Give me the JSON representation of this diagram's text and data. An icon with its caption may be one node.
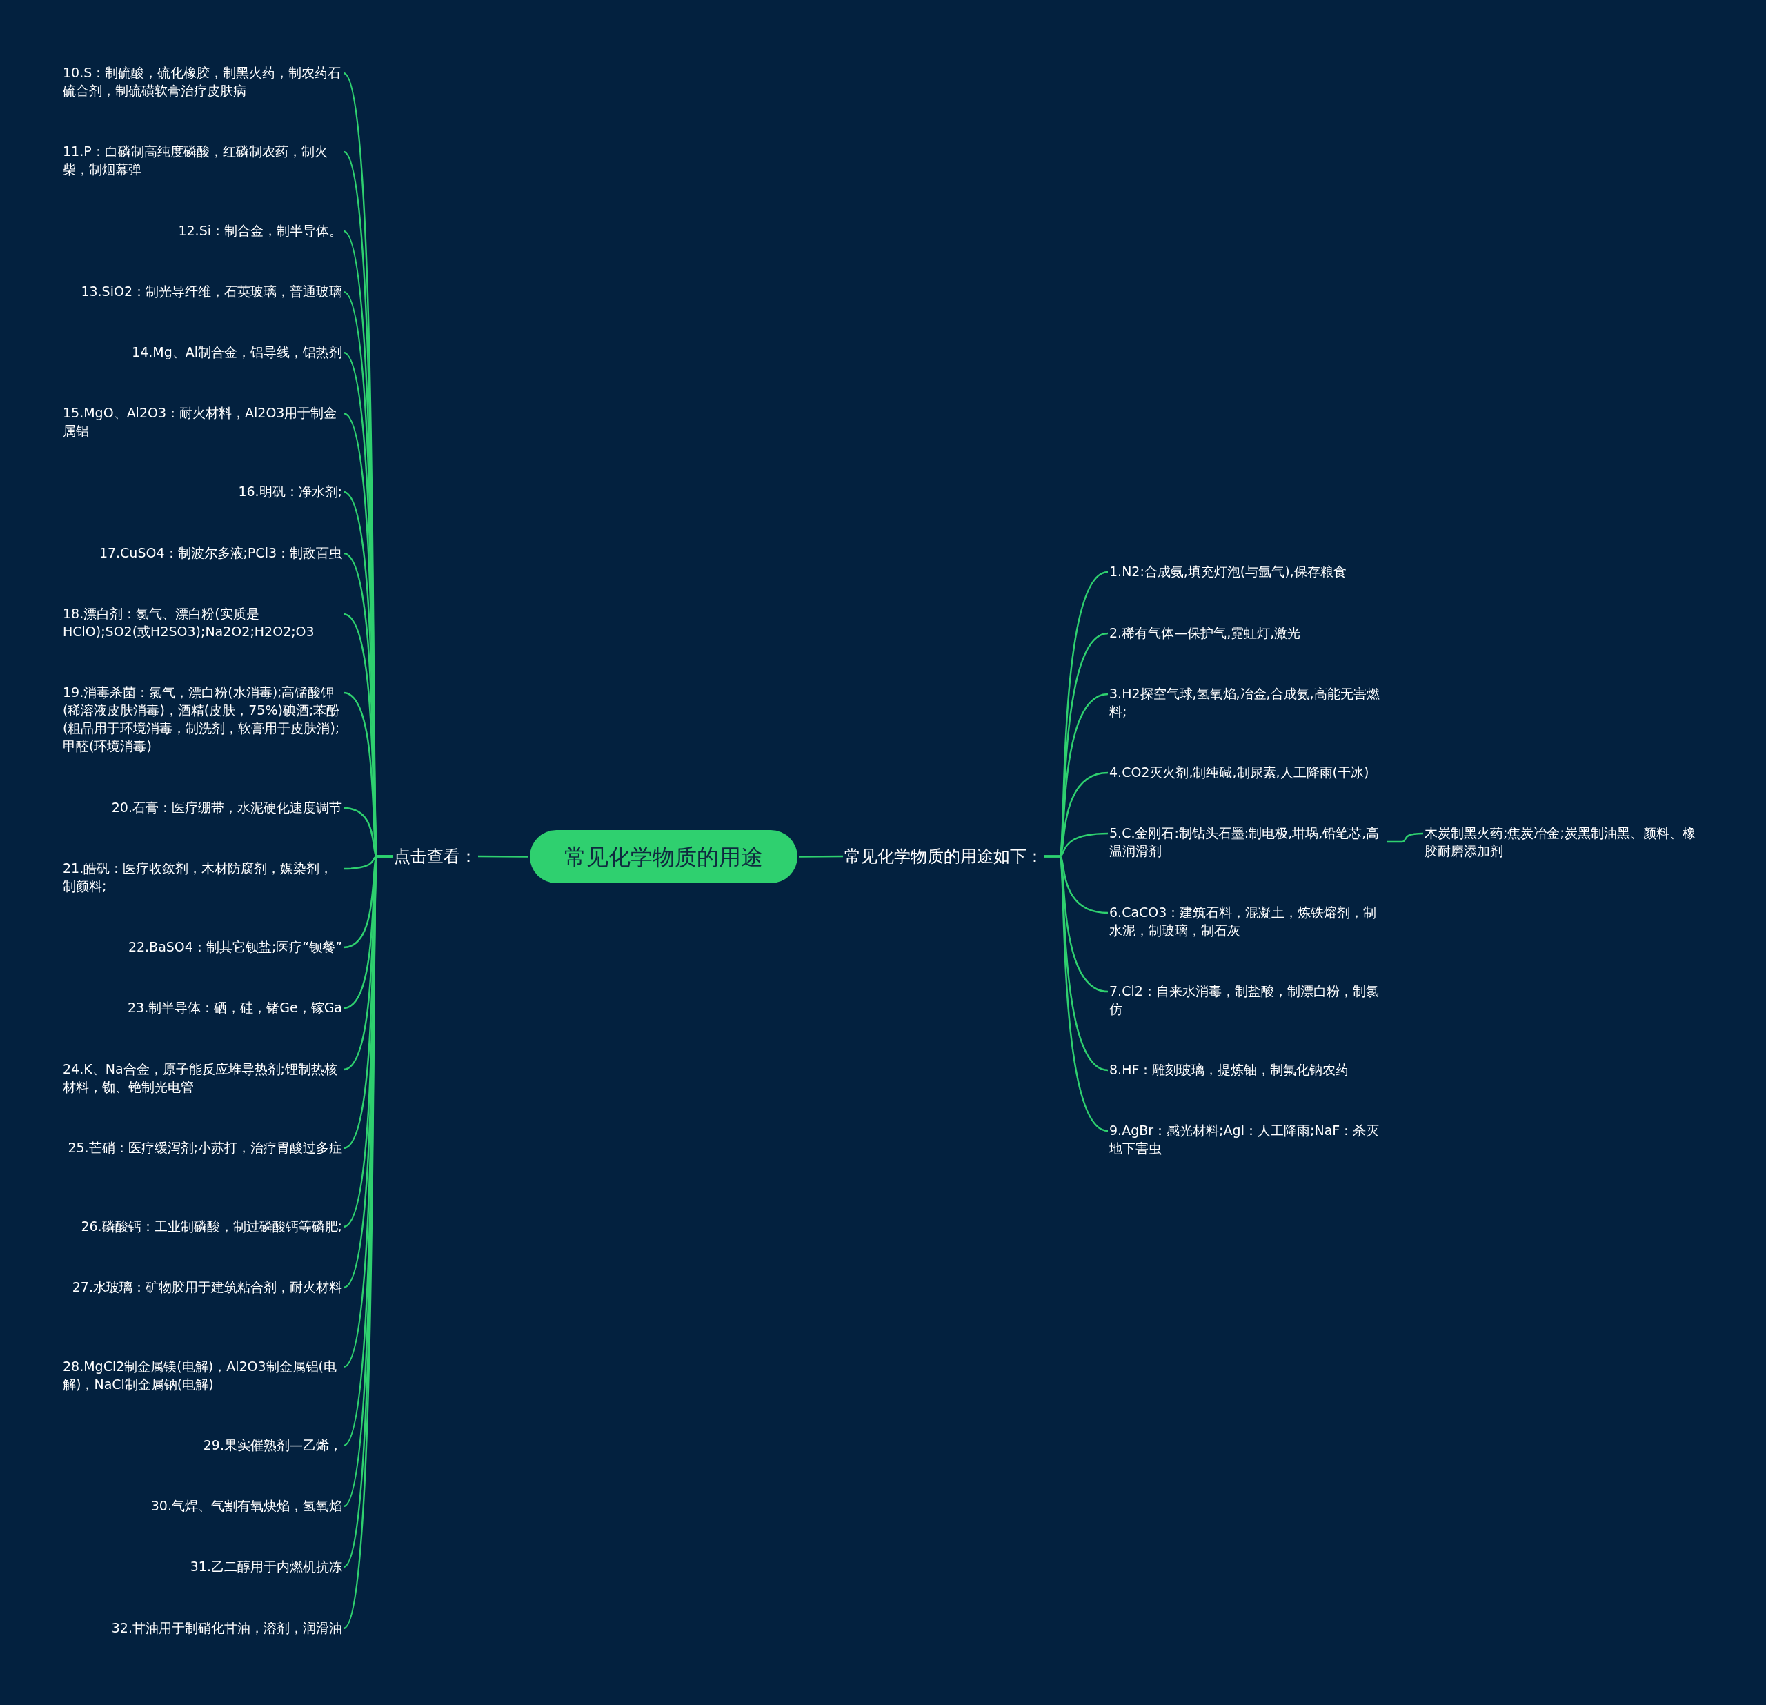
{
  "diagram": {
    "nodes": [
      {
        "text": [
          "常见化学物质的用途"
        ]
      },
      {
        "text": [
          "常见化学物质的用途如下："
        ]
      },
      {
        "text": [
          "1.N2:合成氨,填充灯泡(与氩气),保存粮食"
        ]
      },
      {
        "text": [
          "2.稀有气体—保护气,霓虹灯,激光"
        ]
      },
      {
        "text": [
          "3.H2探空气球,氢氧焰,冶金,合成氨,高能无害燃料;"
        ]
      },
      {
        "text": [
          "4.CO2灭火剂,制纯碱,制尿素,人工降雨(干冰)"
        ]
      },
      {
        "text": [
          "5.C.金刚石:制钻头石墨:制电极,坩埚,铅笔芯,高温润滑剂"
        ]
      },
      {
        "text": [
          "6.CaCO3：建筑石料，混凝土，炼铁熔剂，制水泥，制玻璃，制石灰"
        ]
      },
      {
        "text": [
          "7.Cl2：自来水消毒，制盐酸，制漂白粉，制氯仿"
        ]
      },
      {
        "text": [
          "8.HF：雕刻玻璃，提炼铀，制氟化钠农药"
        ]
      },
      {
        "text": [
          "9.AgBr：感光材料;AgI：人工降雨;NaF：杀灭地下害虫"
        ]
      },
      {
        "text": [
          "木炭制黑火药;焦炭冶金;炭黑制油黑、颜料、橡胶耐磨添加剂"
        ]
      },
      {
        "text": [
          "点击查看："
        ]
      },
      {
        "text": [
          "10.S：制硫酸，硫化橡胶，制黑火药，制农药石硫合剂，制硫磺软膏治疗皮肤病"
        ]
      },
      {
        "text": [
          "11.P：白磷制高纯度磷酸，红磷制农药，制火柴，制烟幕弹"
        ]
      },
      {
        "text": [
          "12.Si：制合金，制半导体。"
        ]
      },
      {
        "text": [
          "13.SiO2：制光导纤维，石英玻璃，普通玻璃"
        ]
      },
      {
        "text": [
          "14.Mg、Al制合金，铝导线，铝热剂"
        ]
      },
      {
        "text": [
          "15.MgO、Al2O3：耐火材料，Al2O3用于制金属铝"
        ]
      },
      {
        "text": [
          "16.明矾：净水剂;"
        ]
      },
      {
        "text": [
          "17.CuSO4：制波尔多液;PCl3：制敌百虫"
        ]
      },
      {
        "text": [
          "18.漂白剂：氯气、漂白粉(实质是HClO);SO2(或H2SO3);Na2O2;H2O2;O3"
        ]
      },
      {
        "text": [
          "19.消毒杀菌：氯气，漂白粉(水消毒);高锰酸钾(稀溶液皮肤消毒)，酒精(皮肤，75%)碘酒;苯酚(粗品用于环境消毒，制洗剂，软膏用于皮肤消);甲醛(环境消毒)"
        ]
      },
      {
        "text": [
          "20.石膏：医疗绷带，水泥硬化速度调节"
        ]
      },
      {
        "text": [
          "21.皓矾：医疗收敛剂，木材防腐剂，媒染剂，制颜料;"
        ]
      },
      {
        "text": [
          "22.BaSO4：制其它钡盐;医疗“钡餐”"
        ]
      },
      {
        "text": [
          "23.制半导体：硒，硅，锗Ge，镓Ga"
        ]
      },
      {
        "text": [
          "24.K、Na合金，原子能反应堆导热剂;锂制热核材料，铷、铯制光电管"
        ]
      },
      {
        "text": [
          "25.芒硝：医疗缓泻剂;小苏打，治疗胃酸过多症"
        ]
      },
      {
        "text": [
          "26.磷酸钙：工业制磷酸，制过磷酸钙等磷肥;"
        ]
      },
      {
        "text": [
          "27.水玻璃：矿物胶用于建筑粘合剂，耐火材料"
        ]
      },
      {
        "text": [
          "28.MgCl2制金属镁(电解)，Al2O3制金属铝(电解)，NaCl制金属钠(电解)"
        ]
      },
      {
        "text": [
          "29.果实催熟剂—乙烯，"
        ]
      },
      {
        "text": [
          "30.气焊、气割有氧炔焰，氢氧焰"
        ]
      },
      {
        "text": [
          "31.乙二醇用于内燃机抗冻"
        ]
      },
      {
        "text": [
          "32.甘油用于制硝化甘油，溶剂，润滑油"
        ]
      }
    ],
    "edges": [
      {
        "from": 0,
        "to": 1,
        "arrow": "none"
      },
      {
        "from": 1,
        "to": 2,
        "arrow": "none"
      },
      {
        "from": 1,
        "to": 3,
        "arrow": "none"
      },
      {
        "from": 1,
        "to": 4,
        "arrow": "none"
      },
      {
        "from": 1,
        "to": 5,
        "arrow": "none"
      },
      {
        "from": 1,
        "to": 6,
        "arrow": "none"
      },
      {
        "from": 1,
        "to": 7,
        "arrow": "none"
      },
      {
        "from": 1,
        "to": 8,
        "arrow": "none"
      },
      {
        "from": 1,
        "to": 9,
        "arrow": "none"
      },
      {
        "from": 1,
        "to": 10,
        "arrow": "none"
      },
      {
        "from": 6,
        "to": 11,
        "arrow": "none"
      },
      {
        "from": 0,
        "to": 12,
        "arrow": "none"
      },
      {
        "from": 12,
        "to": 13,
        "arrow": "none"
      },
      {
        "from": 12,
        "to": 14,
        "arrow": "none"
      },
      {
        "from": 12,
        "to": 15,
        "arrow": "none"
      },
      {
        "from": 12,
        "to": 16,
        "arrow": "none"
      },
      {
        "from": 12,
        "to": 17,
        "arrow": "none"
      },
      {
        "from": 12,
        "to": 18,
        "arrow": "none"
      },
      {
        "from": 12,
        "to": 19,
        "arrow": "none"
      },
      {
        "from": 12,
        "to": 20,
        "arrow": "none"
      },
      {
        "from": 12,
        "to": 21,
        "arrow": "none"
      },
      {
        "from": 12,
        "to": 22,
        "arrow": "none"
      },
      {
        "from": 12,
        "to": 23,
        "arrow": "none"
      },
      {
        "from": 12,
        "to": 24,
        "arrow": "none"
      },
      {
        "from": 12,
        "to": 25,
        "arrow": "none"
      },
      {
        "from": 12,
        "to": 26,
        "arrow": "none"
      },
      {
        "from": 12,
        "to": 27,
        "arrow": "none"
      },
      {
        "from": 12,
        "to": 28,
        "arrow": "none"
      },
      {
        "from": 12,
        "to": 29,
        "arrow": "none"
      },
      {
        "from": 12,
        "to": 30,
        "arrow": "none"
      },
      {
        "from": 12,
        "to": 31,
        "arrow": "none"
      },
      {
        "from": 12,
        "to": 32,
        "arrow": "none"
      },
      {
        "from": 12,
        "to": 33,
        "arrow": "none"
      },
      {
        "from": 12,
        "to": 34,
        "arrow": "none"
      },
      {
        "from": 12,
        "to": 35,
        "arrow": "none"
      }
    ]
  }
}
